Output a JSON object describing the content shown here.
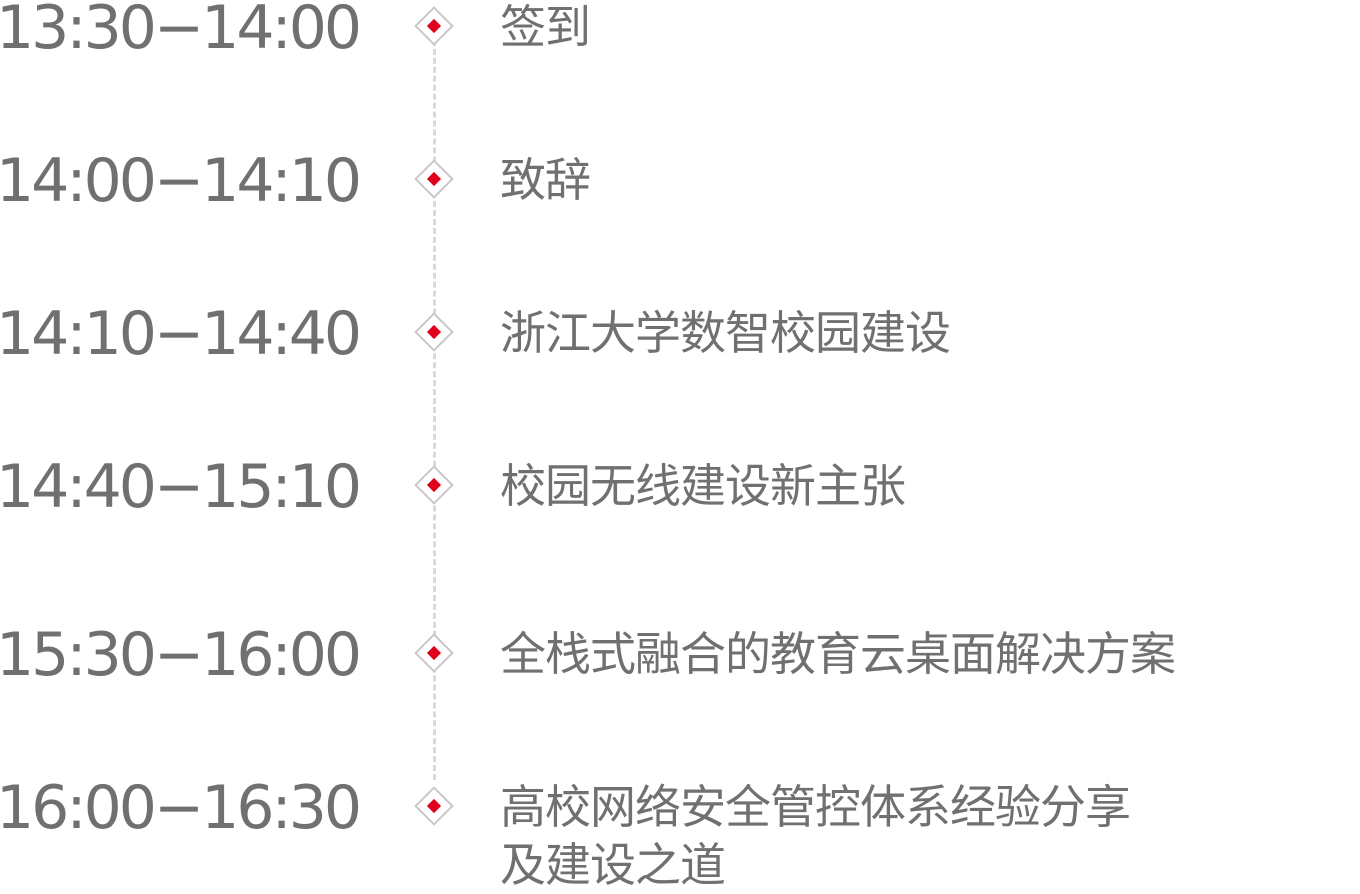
{
  "agenda": {
    "items": [
      {
        "time": "13:30−14:00",
        "topic": "签到"
      },
      {
        "time": "14:00−14:10",
        "topic": "致辞"
      },
      {
        "time": "14:10−14:40",
        "topic": "浙江大学数智校园建设"
      },
      {
        "time": "14:40−15:10",
        "topic": "校园无线建设新主张"
      },
      {
        "time": "15:30−16:00",
        "topic": "全栈式融合的教育云桌面解决方案"
      },
      {
        "time": "16:00−16:30",
        "topic": "高校网络安全管控体系经验分享\n及建设之道"
      }
    ],
    "colors": {
      "text": "#707070",
      "accent": "#e0001b",
      "marker_border": "#c8c8c8",
      "line": "#d9d9d9"
    }
  }
}
